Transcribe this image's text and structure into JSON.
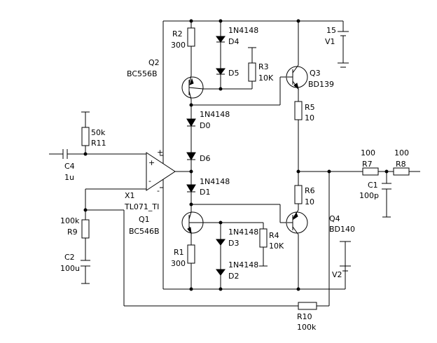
{
  "components": {
    "q2": {
      "ref": "Q2",
      "value": "BC556B"
    },
    "q1": {
      "ref": "Q1",
      "value": "BC546B"
    },
    "q3": {
      "ref": "Q3",
      "value": "BD139"
    },
    "q4": {
      "ref": "Q4",
      "value": "BD140"
    },
    "r2": {
      "ref": "R2",
      "value": "300"
    },
    "r1": {
      "ref": "R1",
      "value": "300"
    },
    "r3": {
      "ref": "R3",
      "value": "10K"
    },
    "r4": {
      "ref": "R4",
      "value": "10K"
    },
    "r5": {
      "ref": "R5",
      "value": "10"
    },
    "r6": {
      "ref": "R6",
      "value": "10"
    },
    "r7": {
      "ref": "R7",
      "value": "100"
    },
    "r8": {
      "ref": "R8",
      "value": "100"
    },
    "r9": {
      "ref": "R9",
      "value": "100k"
    },
    "r10": {
      "ref": "R10",
      "value": "100k"
    },
    "r11": {
      "ref": "R11",
      "value": "50k"
    },
    "c1": {
      "ref": "C1",
      "value": "100p"
    },
    "c2": {
      "ref": "C2",
      "value": "100u"
    },
    "c4": {
      "ref": "C4",
      "value": "1u"
    },
    "d4": {
      "ref": "D4",
      "value": "1N4148"
    },
    "d5": {
      "ref": "D5"
    },
    "d0": {
      "ref": "D0",
      "value": "1N4148"
    },
    "d6": {
      "ref": "D6"
    },
    "d1": {
      "ref": "D1",
      "value": "1N4148"
    },
    "d3": {
      "ref": "D3",
      "value": "1N4148"
    },
    "d2": {
      "ref": "D2",
      "value": "1N4148"
    },
    "v1": {
      "ref": "V1",
      "value": "15"
    },
    "v2": {
      "ref": "V2"
    },
    "x1": {
      "ref": "X1",
      "value": "TL071_TI"
    }
  },
  "opamp_pins": {
    "plus": "+",
    "minus": "-"
  }
}
